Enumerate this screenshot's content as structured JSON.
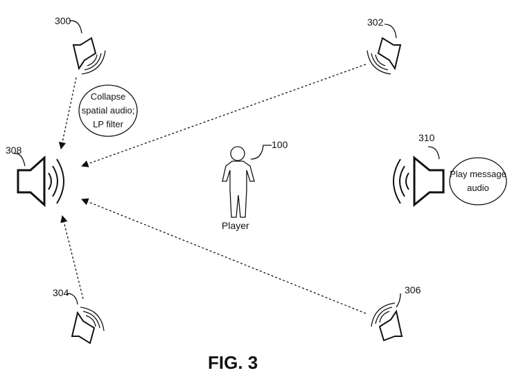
{
  "labels": {
    "speaker_300": "300",
    "speaker_302": "302",
    "speaker_304": "304",
    "speaker_306": "306",
    "speaker_308": "308",
    "speaker_310": "310",
    "player_ref": "100",
    "player_caption": "Player"
  },
  "bubbles": {
    "collapse": [
      "Collapse",
      "spatial audio;",
      "LP filter"
    ],
    "play": [
      "Play message",
      "audio"
    ]
  },
  "figure_caption": "FIG. 3",
  "icons": {
    "speaker": "speaker-icon",
    "muted_speaker": "muted-speaker-icon",
    "person": "person-icon"
  }
}
